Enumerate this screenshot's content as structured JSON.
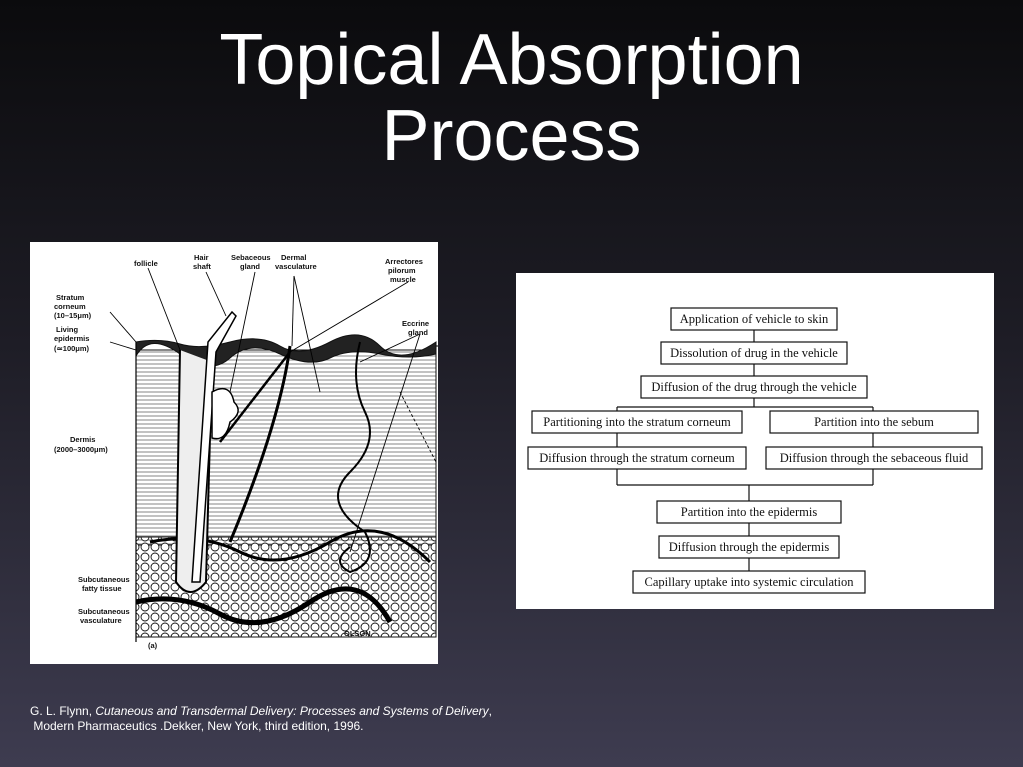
{
  "slide": {
    "title_line1": "Topical Absorption",
    "title_line2": "Process"
  },
  "skin_diagram": {
    "labels": {
      "follicle": "follicle",
      "hair1": "Hair",
      "hair2": "shaft",
      "seb1": "Sebaceous",
      "seb2": "gland",
      "derm1": "Dermal",
      "derm2": "vasculature",
      "arr1": "Arrectores",
      "arr2": "pilorum",
      "arr3": "muscle",
      "sc1": "Stratum",
      "sc2": "corneum",
      "sc3": "(10–15μm)",
      "le1": "Living",
      "le2": "epidermis",
      "le3": "(≃100μm)",
      "ecc1": "Eccrine",
      "ecc2": "gland",
      "dermis1": "Dermis",
      "dermis2": "(2000–3000μm)",
      "sf1": "Subcutaneous",
      "sf2": "fatty tissue",
      "sv1": "Subcutaneous",
      "sv2": "vasculature",
      "panel": "(a)",
      "artist": "OLSON"
    }
  },
  "flowchart": {
    "steps": [
      "Application of vehicle to skin",
      "Dissolution of drug in the vehicle",
      "Diffusion of the drug through the vehicle",
      "Partitioning into the stratum corneum",
      "Partition into the sebum",
      "Diffusion through the stratum corneum",
      "Diffusion through the sebaceous fluid",
      "Partition into the epidermis",
      "Diffusion through the epidermis",
      "Capillary uptake into systemic circulation"
    ]
  },
  "citation": {
    "author": "G. L. Flynn, ",
    "title": "Cutaneous and Transdermal Delivery: Processes and Systems of Delivery",
    "rest": ",",
    "line2": " Modern Pharmaceutics .Dekker, New York, third edition, 1996."
  }
}
